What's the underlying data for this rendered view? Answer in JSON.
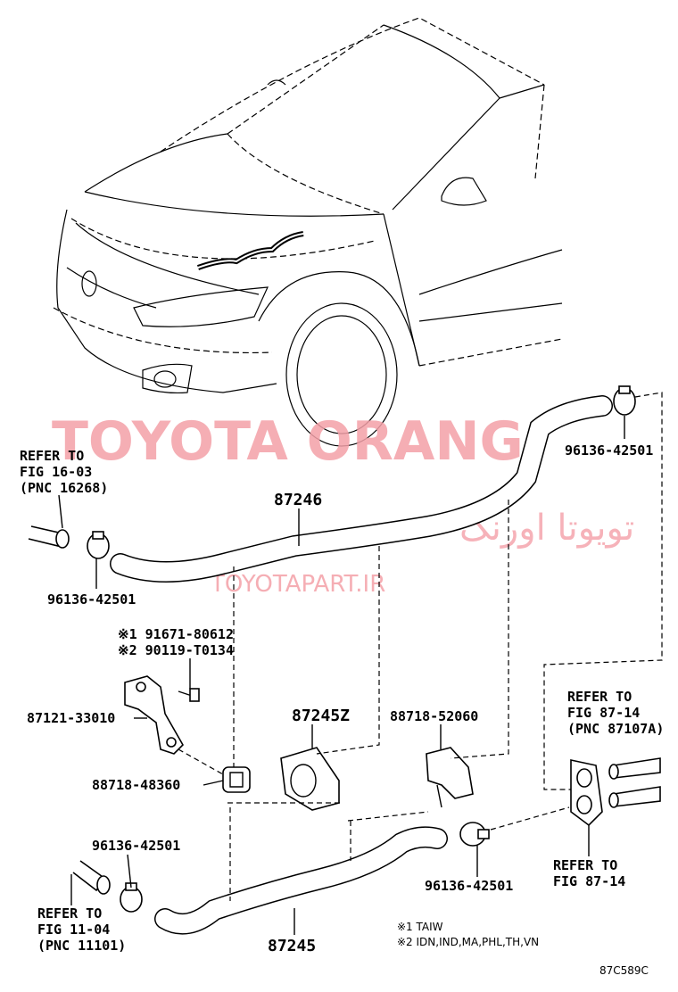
{
  "watermark": {
    "main": "TOYOTA ORANG",
    "farsi": "تویوتا اورنگ",
    "url": "TOYOTAPART.IR"
  },
  "labels": {
    "refer_left_top": [
      "REFER TO",
      "FIG 16-03",
      "(PNC 16268)"
    ],
    "clamp_top_right": "96136-42501",
    "hose_upper": "87246",
    "clamp_left_mid": "96136-42501",
    "bolt_note1": "※1 91671-80612",
    "bolt_note2": "※2 90119-T0134",
    "bracket": "87121-33010",
    "clip_left": "88718-48360",
    "grommet_mid": "87245Z",
    "clip_right": "88718-52060",
    "refer_right_top": [
      "REFER TO",
      "FIG 87-14",
      "(PNC 87107A)"
    ],
    "refer_right_bottom": [
      "REFER TO",
      "FIG 87-14"
    ],
    "clamp_left_low": "96136-42501",
    "refer_left_bottom": [
      "REFER TO",
      "FIG 11-04",
      "(PNC 11101)"
    ],
    "clamp_bottom_mid": "96136-42501",
    "hose_lower": "87245",
    "note1": "※1  TAIW",
    "note2": "※2  IDN,IND,MA,PHL,TH,VN",
    "fig_code": "87C589C"
  }
}
